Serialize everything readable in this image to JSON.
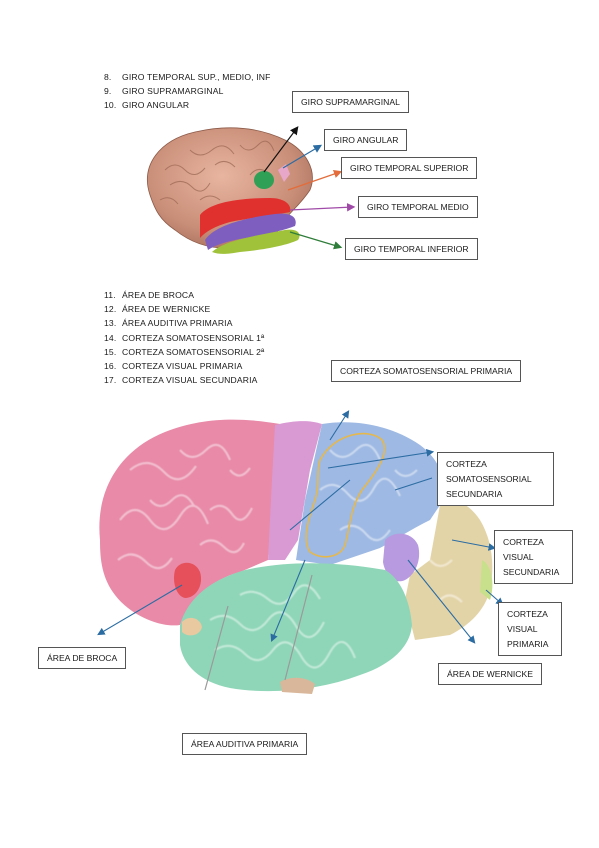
{
  "list_top": [
    {
      "num": "8.",
      "text": "GIRO TEMPORAL SUP., MEDIO, INF"
    },
    {
      "num": "9.",
      "text": "GIRO SUPRAMARGINAL"
    },
    {
      "num": "10.",
      "text": "GIRO ANGULAR"
    }
  ],
  "labels_top": {
    "supramarginal": "GIRO SUPRAMARGINAL",
    "angular": "GIRO ANGULAR",
    "temporal_superior": "GIRO TEMPORAL SUPERIOR",
    "temporal_medio": "GIRO TEMPORAL MEDIO",
    "temporal_inferior": "GIRO TEMPORAL INFERIOR"
  },
  "list_bottom": [
    {
      "num": "11.",
      "text": "ÁREA DE BROCA"
    },
    {
      "num": "12.",
      "text": "ÁREA DE WERNICKE"
    },
    {
      "num": "13.",
      "text": "ÁREA AUDITIVA PRIMARIA"
    },
    {
      "num": "14.",
      "text": "CORTEZA SOMATOSENSORIAL 1ª"
    },
    {
      "num": "15.",
      "text": "CORTEZA SOMATOSENSORIAL 2ª"
    },
    {
      "num": "16.",
      "text": "CORTEZA VISUAL PRIMARIA"
    },
    {
      "num": "17.",
      "text": "CORTEZA VISUAL SECUNDARIA"
    }
  ],
  "labels_bottom": {
    "somato_primaria": "CORTEZA SOMATOSENSORIAL PRIMARIA",
    "somato_secundaria": "CORTEZA SOMATOSENSORIAL SECUNDARIA",
    "visual_secundaria": "CORTEZA VISUAL SECUNDARIA",
    "visual_primaria": "CORTEZA VISUAL PRIMARIA",
    "broca": "ÁREA DE BROCA",
    "wernicke": "ÁREA DE WERNICKE",
    "auditiva": "ÁREA AUDITIVA PRIMARIA"
  }
}
